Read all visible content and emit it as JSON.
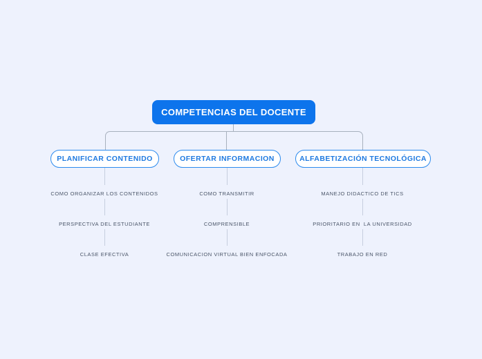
{
  "diagram": {
    "type": "mind-map",
    "background_color": "#eef2fd",
    "root": {
      "label": "COMPETENCIAS DEL DOCENTE",
      "fill_color": "#0d74ec",
      "text_color": "#ffffff"
    },
    "branches": [
      {
        "label": "PLANIFICAR CONTENIDO",
        "border_color": "#2b8aee",
        "text_color": "#1f7ae0",
        "leaves": [
          "COMO ORGANIZAR LOS CONTENIDOS",
          "PERSPECTIVA DEL ESTUDIANTE",
          "CLASE EFECTIVA"
        ]
      },
      {
        "label": "OFERTAR INFORMACION",
        "border_color": "#2b8aee",
        "text_color": "#1f7ae0",
        "leaves": [
          "COMO TRANSMITIR",
          "COMPRENSIBLE",
          "COMUNICACION VIRTUAL BIEN ENFOCADA"
        ]
      },
      {
        "label": "ALFABETIZACIÓN TECNOLÓGICA",
        "border_color": "#2b8aee",
        "text_color": "#1f7ae0",
        "leaves": [
          "MANEJO DIDACTICO DE TICS",
          "PRIORITARIO EN  LA UNIVERSIDAD",
          "TRABAJO EN RED"
        ]
      }
    ],
    "connector_color": "#a7b0bd",
    "leaf_connector_color": "#c6cede"
  }
}
